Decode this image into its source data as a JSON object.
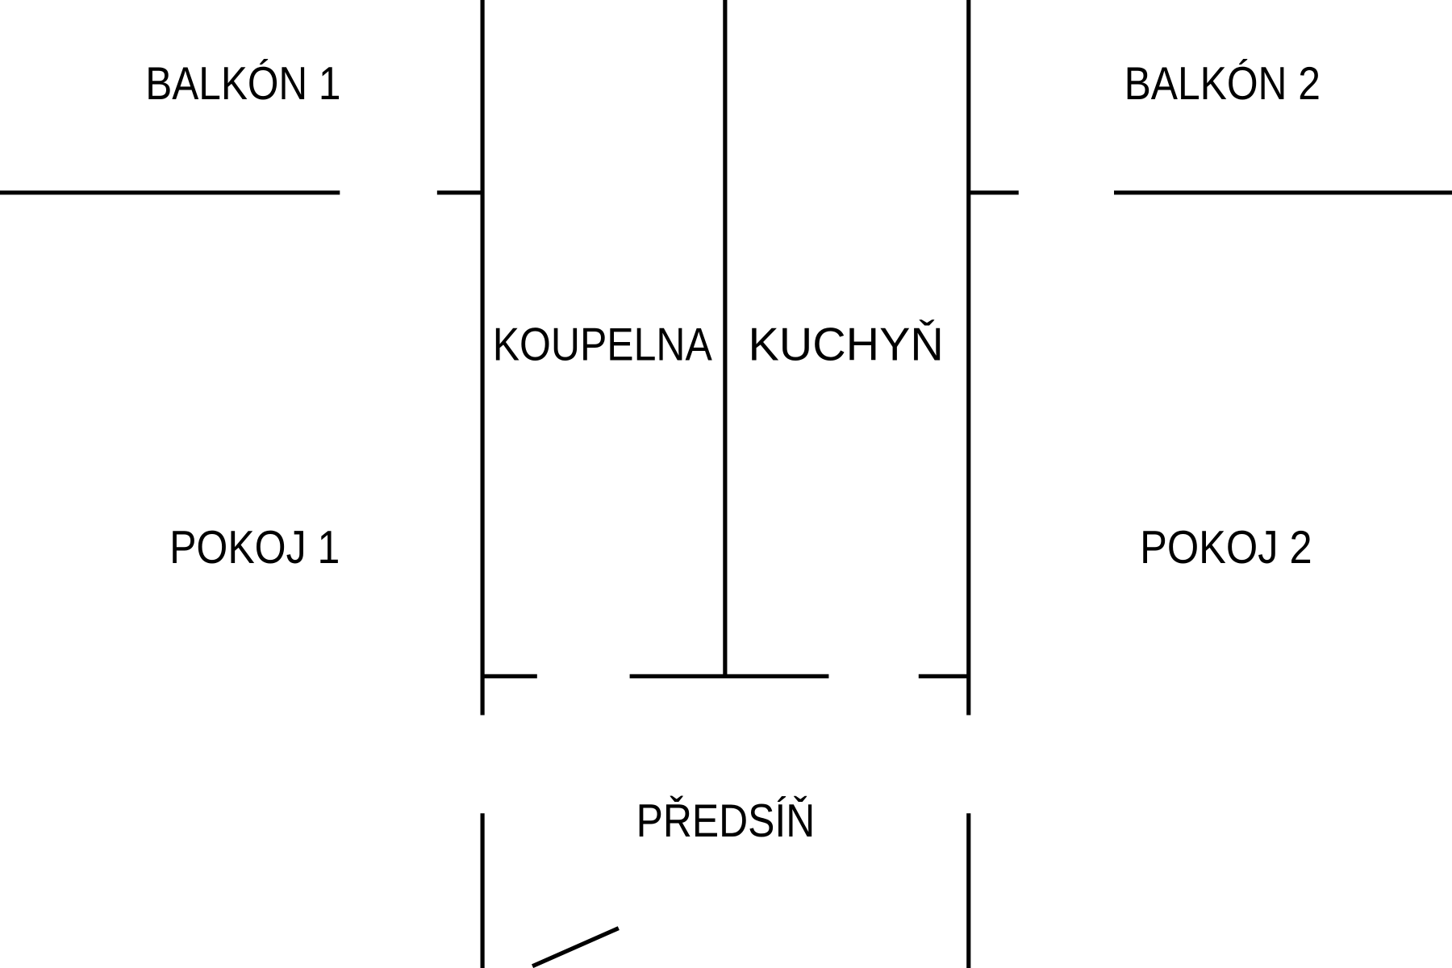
{
  "rooms": {
    "balkon1": "BALKÓN 1",
    "balkon2": "BALKÓN 2",
    "koupelna": "KOUPELNA",
    "kuchyn": "KUCHYŇ",
    "pokoj1": "POKOJ 1",
    "pokoj2": "POKOJ 2",
    "predsin": "PŘEDSÍŇ"
  },
  "colors": {
    "wall": "#000000",
    "background": "#ffffff"
  }
}
